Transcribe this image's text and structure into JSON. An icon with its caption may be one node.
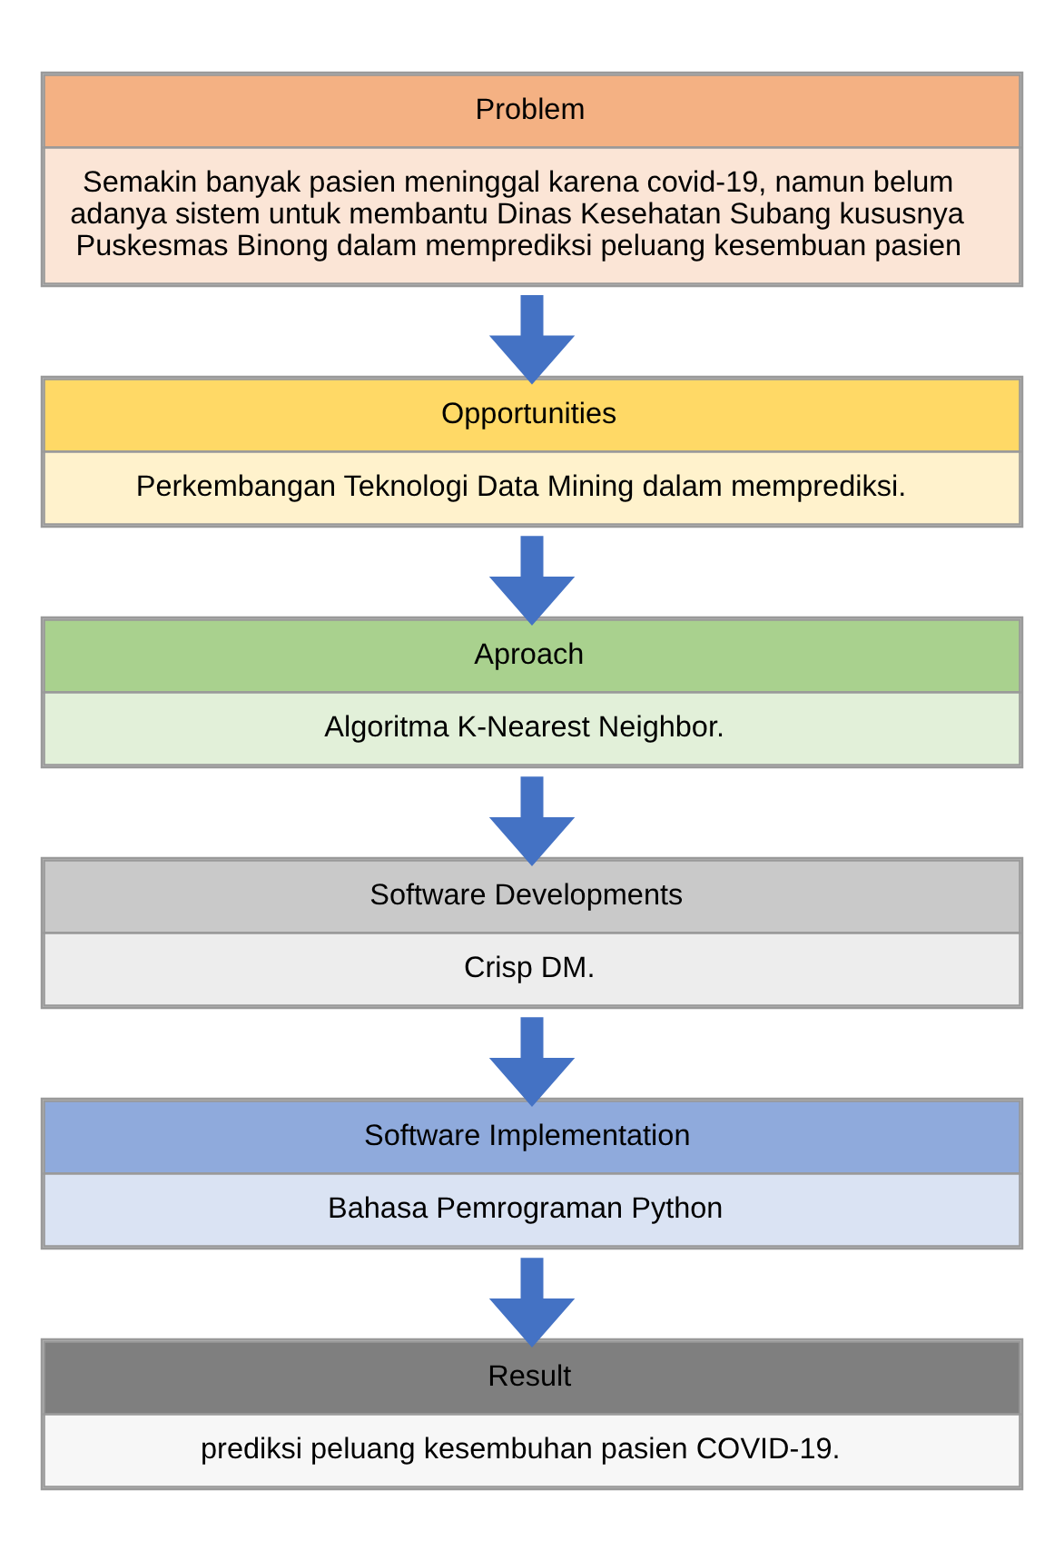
{
  "diagram": {
    "nodes": [
      {
        "text": [
          "Problem",
          "Semakin banyak pasien meninggal karena covid-19, namun belum adanya sistem untuk membantu Dinas Kesehatan Subang kususnya Puskesmas Binong dalam memprediksi peluang kesembuan pasien"
        ]
      },
      {
        "text": [
          "Opportunities",
          "Perkembangan Teknologi Data Mining dalam memprediksi."
        ]
      },
      {
        "text": [
          "Aproach",
          "Algoritma K-Nearest Neighbor."
        ]
      },
      {
        "text": [
          "Software Developments",
          "Crisp DM."
        ]
      },
      {
        "text": [
          "Software Implementation",
          "Bahasa Pemrograman Python"
        ]
      },
      {
        "text": [
          "Result",
          "prediksi peluang kesembuhan pasien COVID-19."
        ]
      }
    ],
    "edges": [
      {
        "from": 0,
        "to": 1,
        "arrow": "to"
      },
      {
        "from": 1,
        "to": 2,
        "arrow": "to"
      },
      {
        "from": 2,
        "to": 3,
        "arrow": "to"
      },
      {
        "from": 3,
        "to": 4,
        "arrow": "to"
      },
      {
        "from": 4,
        "to": 5,
        "arrow": "to"
      }
    ]
  }
}
